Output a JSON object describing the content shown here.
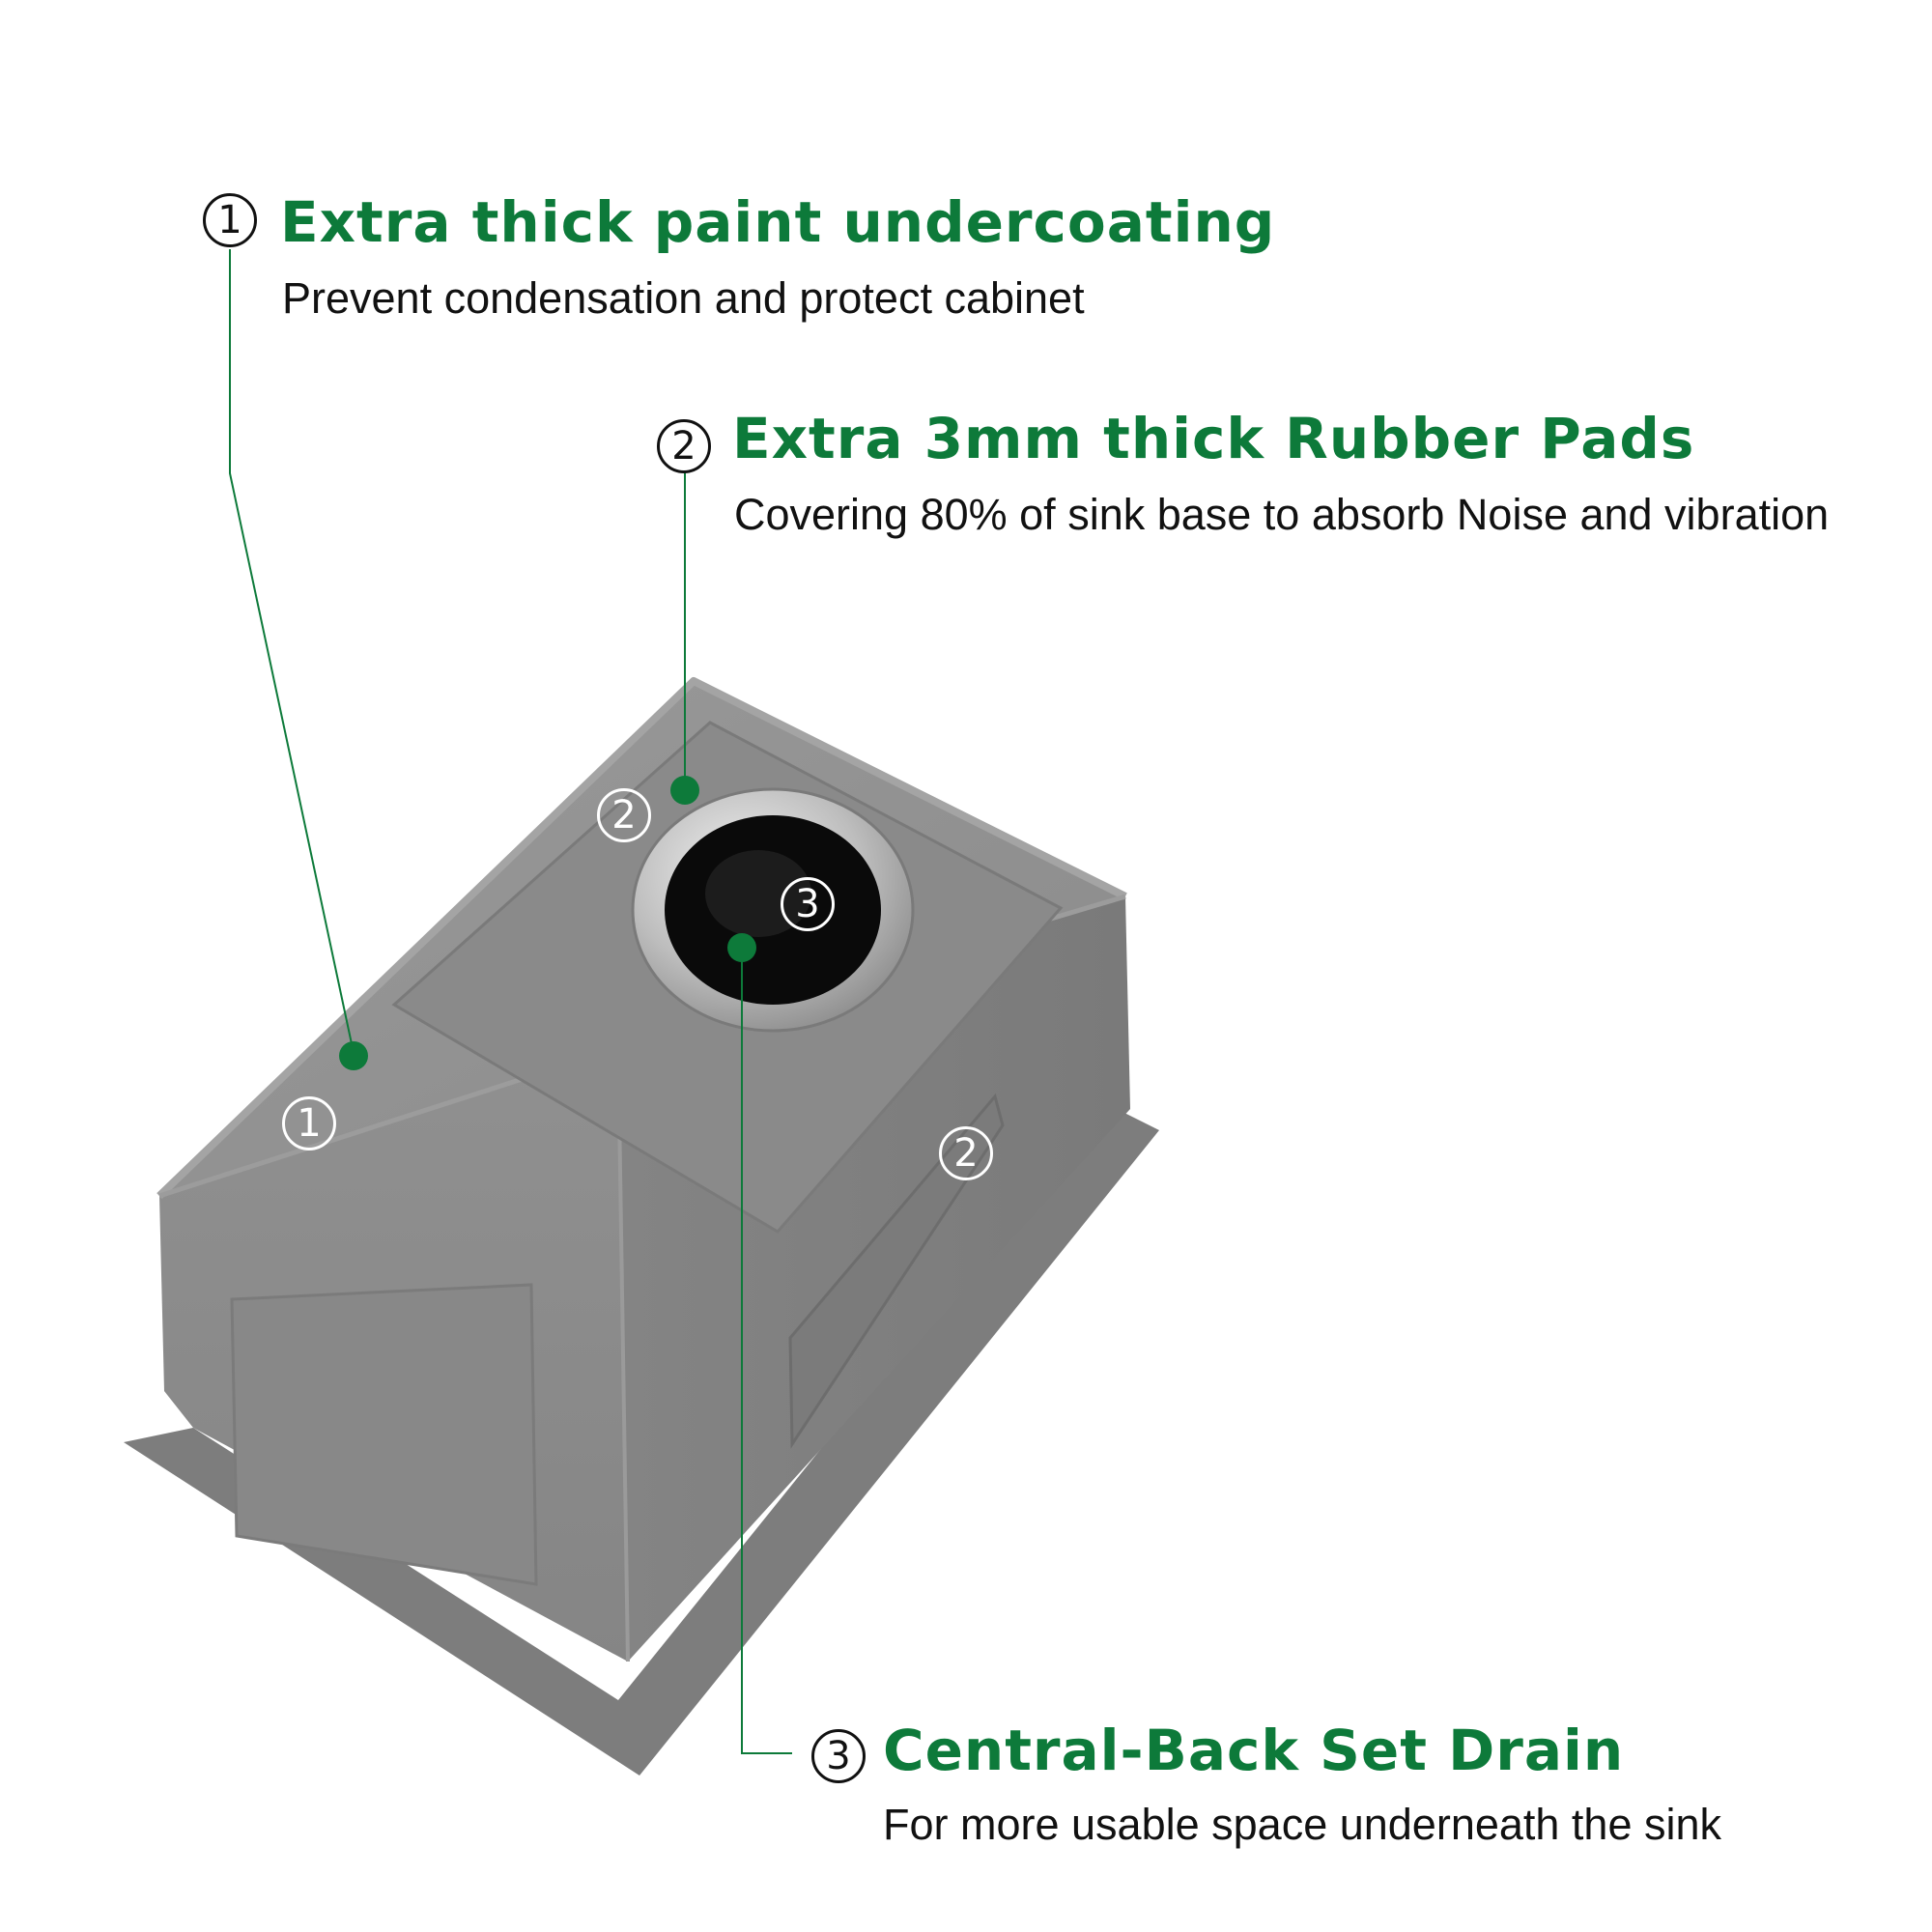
{
  "colors": {
    "accent_green": "#0d7a3a",
    "sink_gray": "#8f8f8f",
    "text_dark": "#111111"
  },
  "callouts": [
    {
      "number": "1",
      "title": "Extra thick paint undercoating",
      "description": "Prevent condensation and protect cabinet"
    },
    {
      "number": "2",
      "title": "Extra 3mm thick Rubber Pads",
      "description": "Covering 80% of sink base to absorb Noise and vibration"
    },
    {
      "number": "3",
      "title": "Central-Back Set Drain",
      "description": "For more usable space underneath the sink"
    }
  ],
  "photo_markers": [
    "1",
    "2",
    "2",
    "3"
  ]
}
